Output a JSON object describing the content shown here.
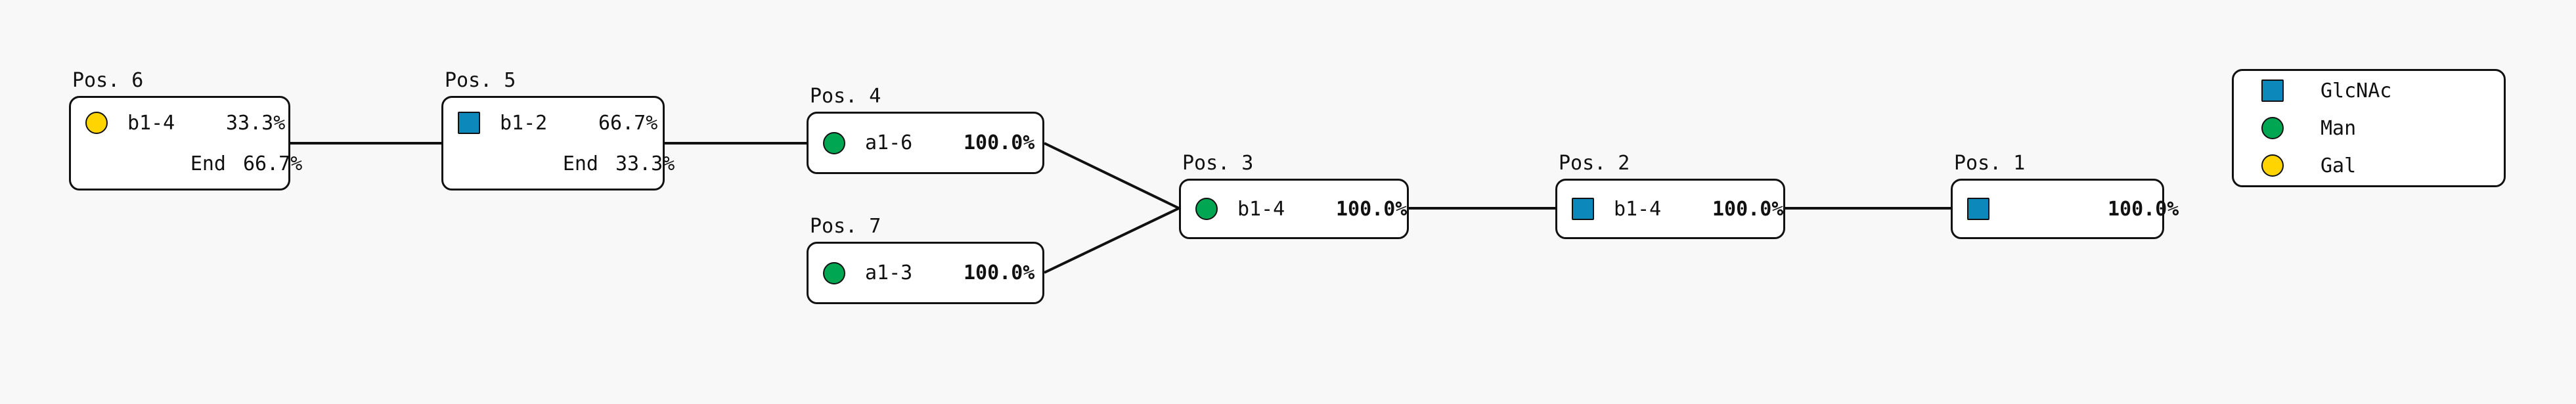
{
  "theme": {
    "background": "#F8F8F8",
    "box_fill": "#FFFFFF",
    "stroke": "#111111",
    "glcnac_color": "#0C88BA",
    "man_color": "#00A651",
    "gal_color": "#FFD400"
  },
  "nodes": [
    {
      "id": "pos6",
      "label": "Pos. 6",
      "glyph": "circle",
      "glyph_name": "gal-circle-icon",
      "color": "#FFD400",
      "rows": [
        {
          "link": "b1-4",
          "pct": "33.3%",
          "bold": false
        },
        {
          "link": "End",
          "pct": "66.7%",
          "bold": false
        }
      ]
    },
    {
      "id": "pos5",
      "label": "Pos. 5",
      "glyph": "square",
      "glyph_name": "glcnac-square-icon",
      "color": "#0C88BA",
      "rows": [
        {
          "link": "b1-2",
          "pct": "66.7%",
          "bold": false
        },
        {
          "link": "End",
          "pct": "33.3%",
          "bold": false
        }
      ]
    },
    {
      "id": "pos4",
      "label": "Pos. 4",
      "glyph": "circle",
      "glyph_name": "man-circle-icon",
      "color": "#00A651",
      "rows": [
        {
          "link": "a1-6",
          "pct": "100.0%",
          "bold": true
        }
      ]
    },
    {
      "id": "pos7",
      "label": "Pos. 7",
      "glyph": "circle",
      "glyph_name": "man-circle-icon",
      "color": "#00A651",
      "rows": [
        {
          "link": "a1-3",
          "pct": "100.0%",
          "bold": true
        }
      ]
    },
    {
      "id": "pos3",
      "label": "Pos. 3",
      "glyph": "circle",
      "glyph_name": "man-circle-icon",
      "color": "#00A651",
      "rows": [
        {
          "link": "b1-4",
          "pct": "100.0%",
          "bold": true
        }
      ]
    },
    {
      "id": "pos2",
      "label": "Pos. 2",
      "glyph": "square",
      "glyph_name": "glcnac-square-icon",
      "color": "#0C88BA",
      "rows": [
        {
          "link": "b1-4",
          "pct": "100.0%",
          "bold": true
        }
      ]
    },
    {
      "id": "pos1",
      "label": "Pos. 1",
      "glyph": "square",
      "glyph_name": "glcnac-square-icon",
      "color": "#0C88BA",
      "rows": [
        {
          "link": "",
          "pct": "100.0%",
          "bold": true
        }
      ]
    }
  ],
  "legend": {
    "items": [
      {
        "glyph": "square",
        "glyph_name": "glcnac-square-icon",
        "color": "#0C88BA",
        "label": "GlcNAc"
      },
      {
        "glyph": "circle",
        "glyph_name": "man-circle-icon",
        "color": "#00A651",
        "label": "Man"
      },
      {
        "glyph": "circle",
        "glyph_name": "gal-circle-icon",
        "color": "#FFD400",
        "label": "Gal"
      }
    ]
  }
}
